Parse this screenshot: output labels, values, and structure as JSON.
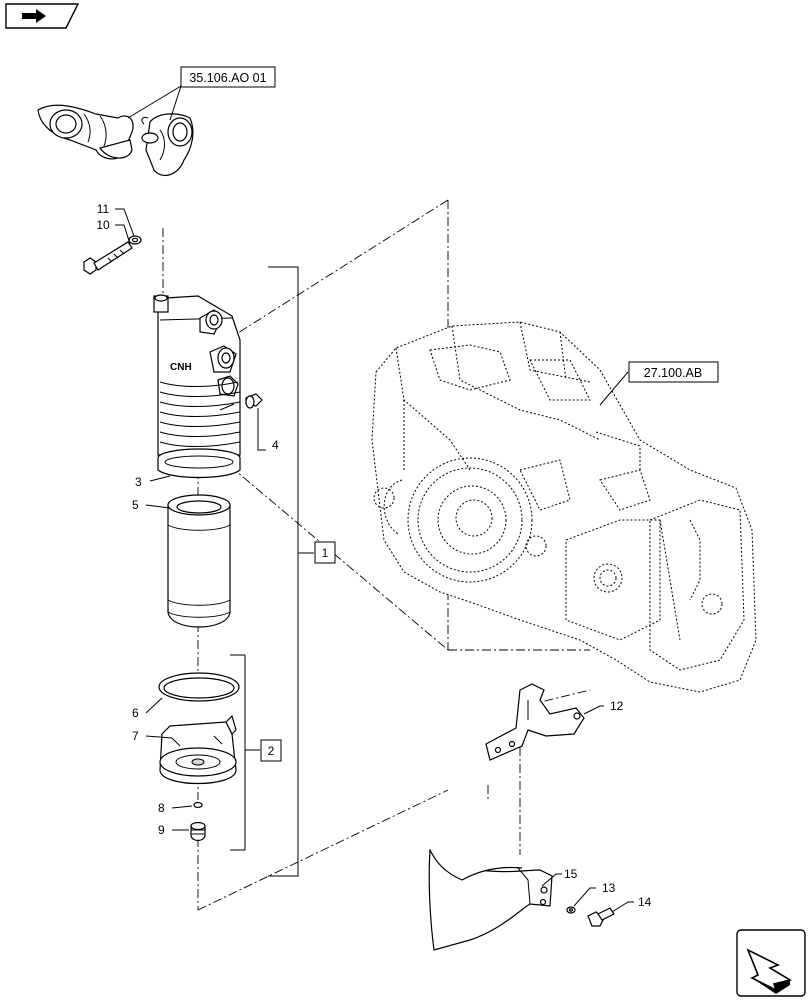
{
  "references": {
    "upper_ref": "35.106.AO 01",
    "housing_ref": "27.100.AB"
  },
  "callouts": {
    "c1": "1",
    "c2": "2",
    "c3": "3",
    "c4": "4",
    "c5": "5",
    "c6": "6",
    "c7": "7",
    "c8": "8",
    "c9": "9",
    "c10": "10",
    "c11": "11",
    "c12": "12",
    "c13": "13",
    "c14": "14",
    "c15": "15"
  },
  "icons": {
    "top_nav": "previous-page-arrow-icon",
    "bottom_nav": "next-page-arrow-icon"
  }
}
